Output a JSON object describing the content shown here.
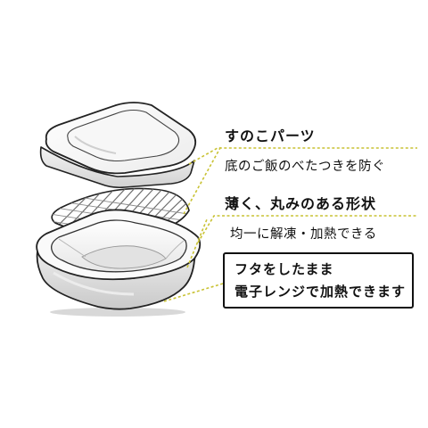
{
  "colors": {
    "leader_line": "#c9c234",
    "outline": "#222222",
    "container_shadow": "#d8d8d8",
    "text": "#111111"
  },
  "callouts": {
    "drainer": {
      "heading": "すのこパーツ",
      "description": "底のご飯のべたつきを防ぐ"
    },
    "container": {
      "heading": "薄く、丸みのある形状",
      "description": "均一に解凍・加熱できる"
    },
    "note": {
      "line1": "フタをしたまま",
      "line2": "電子レンジで加熱できます"
    }
  }
}
